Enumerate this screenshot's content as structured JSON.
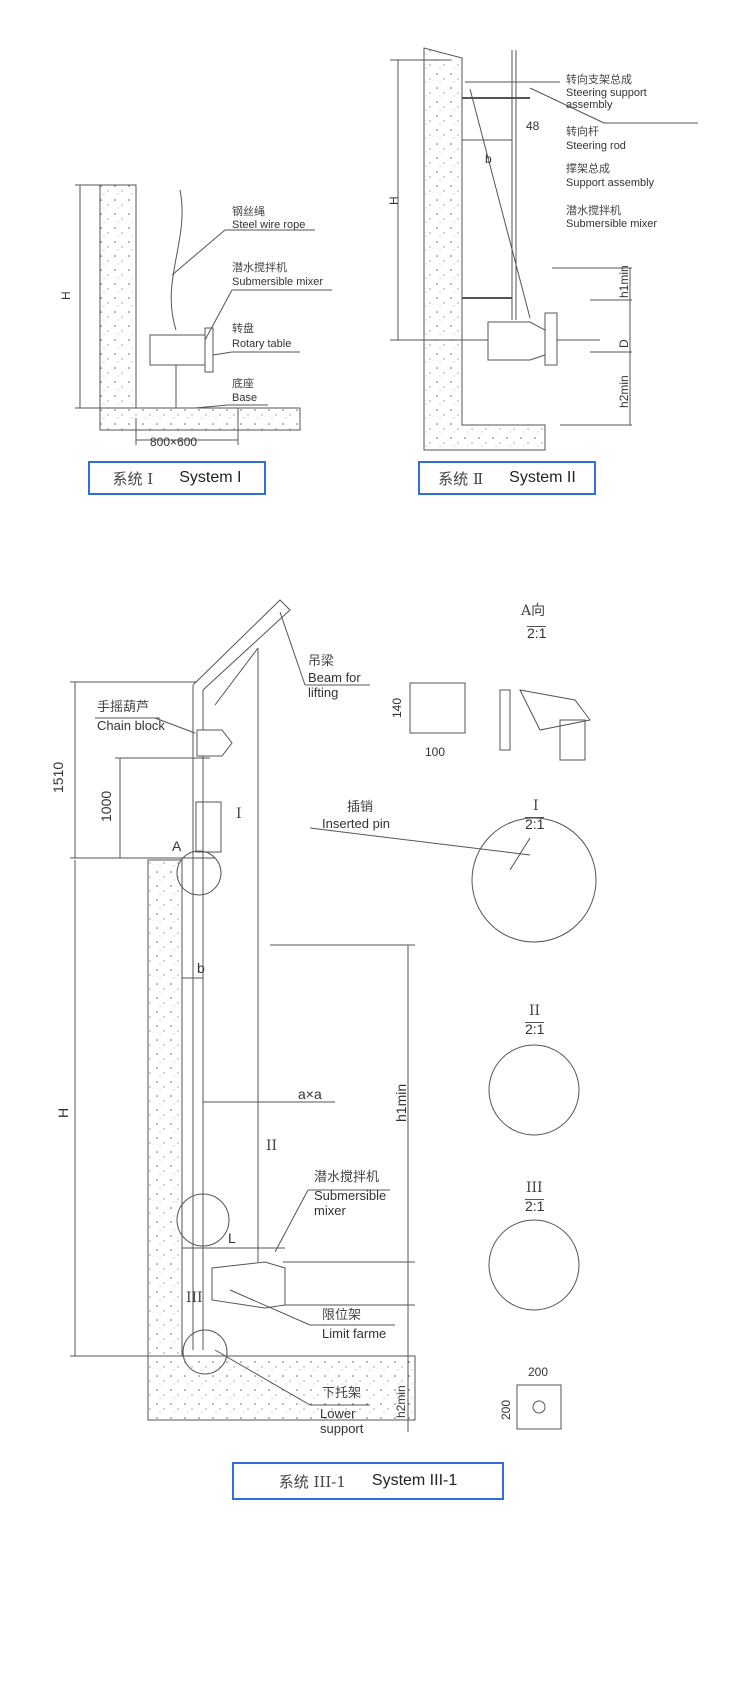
{
  "system1": {
    "caption_cn": "系统 Ⅰ",
    "caption_en": "System I",
    "labels": [
      {
        "cn": "钢丝绳",
        "en": "Steel wire rope"
      },
      {
        "cn": "潜水搅拌机",
        "en": "Submersible mixer"
      },
      {
        "cn": "转盘",
        "en": "Rotary table"
      },
      {
        "cn": "底座",
        "en": "Base"
      }
    ],
    "dims": {
      "H": "H",
      "base": "800×600"
    }
  },
  "system2": {
    "caption_cn": "系统 Ⅱ",
    "caption_en": "System II",
    "labels": [
      {
        "cn": "转向支架总成",
        "en": "Steering support",
        "en2": "assembly"
      },
      {
        "cn": "转向杆",
        "en": "Steering rod"
      },
      {
        "cn": "撑架总成",
        "en": "Support assembly"
      },
      {
        "cn": "潜水搅拌机",
        "en": "Submersible mixer"
      }
    ],
    "dims": {
      "H": "H",
      "w48": "48",
      "b": "b",
      "h1": "h1min",
      "D": "D",
      "h2": "h2min"
    }
  },
  "system3": {
    "caption_cn": "系统 III-1",
    "caption_en": "System III-1",
    "labels": {
      "beam": {
        "cn": "吊梁",
        "en": "Beam for",
        "en2": "lifting"
      },
      "chain": {
        "cn": "手摇葫芦",
        "en": "Chain block"
      },
      "pin": {
        "cn": "插销",
        "en": "Inserted pin"
      },
      "mixer": {
        "cn": "潜水搅拌机",
        "en": "Submersible",
        "en2": "mixer"
      },
      "limit": {
        "cn": "限位架",
        "en": "Limit farme"
      },
      "lower": {
        "cn": "下托架",
        "en": "Lower",
        "en2": "support"
      }
    },
    "dims": {
      "d1510": "1510",
      "d1000": "1000",
      "H": "H",
      "b": "b",
      "axa": "a×a",
      "L": "L",
      "h1": "h1min",
      "h2": "h2min",
      "A": "A",
      "I": "I",
      "II": "II",
      "III": "III"
    },
    "details": [
      {
        "title": "A向",
        "scale": "2:1",
        "dims": [
          "140",
          "100"
        ]
      },
      {
        "title": "I",
        "scale": "2:1"
      },
      {
        "title": "II",
        "scale": "2:1"
      },
      {
        "title": "III",
        "scale": "2:1"
      },
      {
        "dims": [
          "200",
          "200"
        ]
      }
    ]
  }
}
